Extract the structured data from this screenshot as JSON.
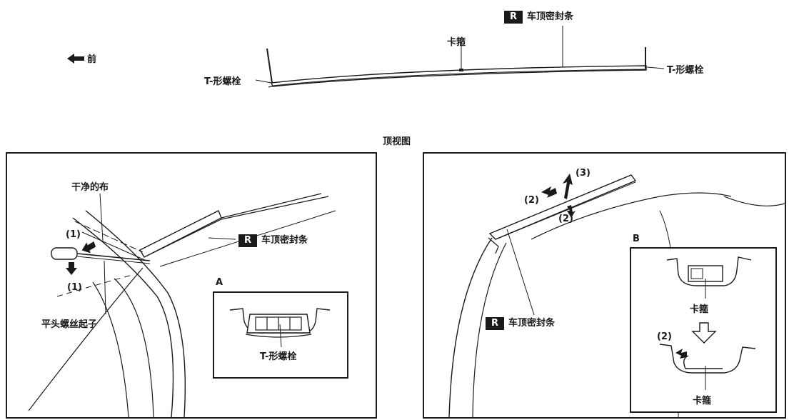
{
  "top_view": {
    "front_label": "前",
    "strip_label_badge": "R",
    "strip_label": "车顶密封条",
    "clip_label": "卡箍",
    "bolt_left": "T-形螺栓",
    "bolt_right": "T-形螺栓",
    "caption": "顶视图"
  },
  "left_panel": {
    "cloth_label": "干净的布",
    "step1_top": "(1)",
    "step1_bottom": "(1)",
    "screwdriver_label": "平头螺丝起子",
    "strip_badge": "R",
    "strip_label": "车顶密封条",
    "inset_letter": "A",
    "inset_label": "T-形螺栓"
  },
  "right_panel": {
    "step2_left": "(2)",
    "step3": "(3)",
    "step2_right": "(2)",
    "strip_badge": "R",
    "strip_label": "车顶密封条",
    "inset_letter": "B",
    "clip_top_label": "卡箍",
    "step2_inset": "(2)",
    "clip_bottom_label": "卡箍"
  },
  "colors": {
    "ink": "#1a1a1a",
    "badge_bg": "#1a1a1a",
    "badge_text": "#ffffff"
  }
}
